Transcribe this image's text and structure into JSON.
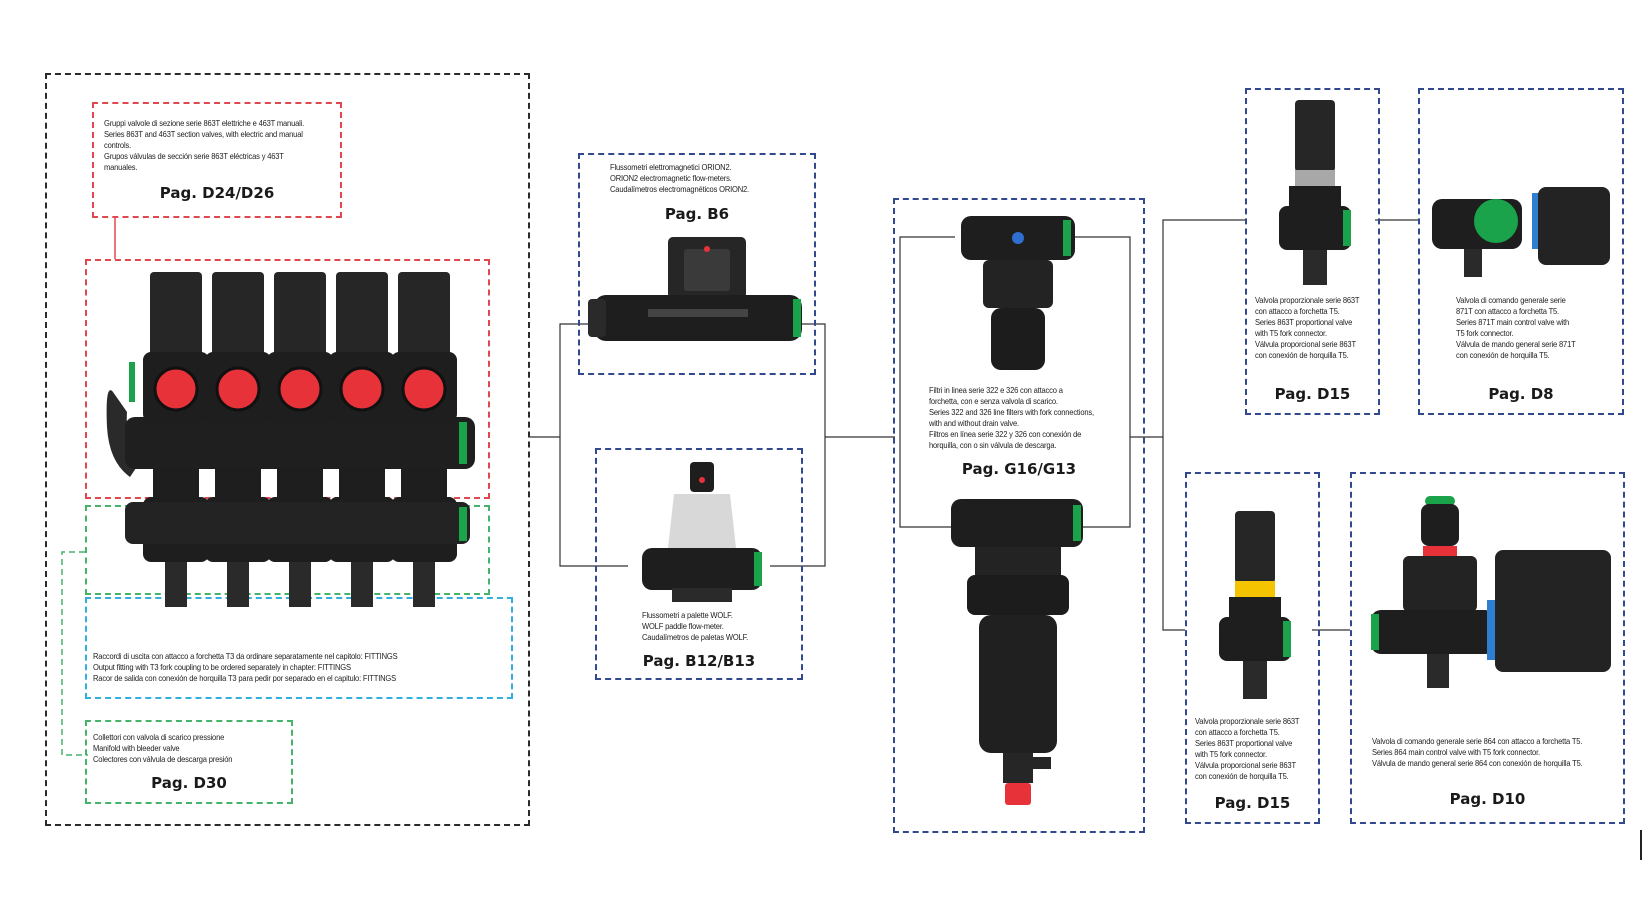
{
  "sections": {
    "section_valves": {
      "caption": [
        "Gruppi valvole di sezione serie 863T elettriche e 463T manuali.",
        "Series 863T and 463T section valves, with electric and manual",
        "controls.",
        "Grupos válvulas de sección serie 863T eléctricas y 463T",
        "manuales."
      ],
      "page": "Pag. D24/D26"
    },
    "outlet_fittings": {
      "caption": [
        "Raccordi di uscita con attacco a forchetta T3 da ordinare separatamente nel capitolo: FITTINGS",
        "Output fitting with T3 fork coupling to be ordered separately in chapter: FITTINGS",
        "Racor de salida con conexión de horquilla T3 para pedir por separado en el capitulo: FITTINGS"
      ]
    },
    "manifold": {
      "caption": [
        "Collettori con valvola di scarico pressione",
        "Manifold with bleeder valve",
        "Colectores con válvula de descarga presión"
      ],
      "page": "Pag. D30"
    },
    "orion2": {
      "caption": [
        "Flussometri elettromagnetici ORION2.",
        "ORION2 electromagnetic flow-meters.",
        "Caudalímetros electromagnéticos ORION2."
      ],
      "page": "Pag. B6"
    },
    "wolf": {
      "caption": [
        "Flussometri a palette WOLF.",
        "WOLF paddle flow-meter.",
        "Caudalímetros de paletas WOLF."
      ],
      "page": "Pag. B12/B13"
    },
    "filters": {
      "caption": [
        "Filtri in linea serie 322 e 326 con attacco a",
        "forchetta, con e senza valvola di scarico.",
        "Series 322 and 326 line filters with fork connections,",
        "with and without drain valve.",
        "Filtros en línea serie 322 y 326 con conexión de",
        "horquilla, con o sin válvula de descarga."
      ],
      "page": "Pag. G16/G13"
    },
    "prop_top": {
      "caption": [
        "Valvola proporzionale serie 863T",
        "con attacco a forchetta T5.",
        "Series 863T proportional valve",
        "with T5 fork connector.",
        "Válvula proporcional serie 863T",
        "con conexión de horquilla T5."
      ],
      "page": "Pag. D15"
    },
    "main871": {
      "caption": [
        "Valvola di comando generale serie",
        "871T con attacco a forchetta T5.",
        "Series 871T main control valve with",
        "T5 fork connector.",
        "Válvula de mando general serie 871T",
        "con conexión de horquilla T5."
      ],
      "page": "Pag. D8"
    },
    "prop_bottom": {
      "caption": [
        "Valvola proporzionale serie 863T",
        "con attacco a forchetta T5.",
        "Series 863T proportional valve",
        "with T5 fork connector.",
        "Válvula proporcional serie 863T",
        "con conexión de horquilla T5."
      ],
      "page": "Pag. D15"
    },
    "main864": {
      "caption": [
        "Valvola di comando generale serie 864 con attacco a forchetta T5.",
        "Series 864 main control valve with T5 fork connector.",
        "Válvula de mando general serie 864 con conexión de horquilla T5."
      ],
      "page": "Pag. D10"
    }
  },
  "colors": {
    "red_dash": "#e0484f",
    "green_dash": "#45b46a",
    "cyan_dash": "#33aee0",
    "navy_dash": "#33498f",
    "knob_red": "#e8323a",
    "body_black": "#1c1c1c",
    "fitting_green": "#1aa34a",
    "blue_ring": "#2f7fd1",
    "yellow_band": "#f5c400",
    "grey_cap": "#d8d8d8"
  }
}
